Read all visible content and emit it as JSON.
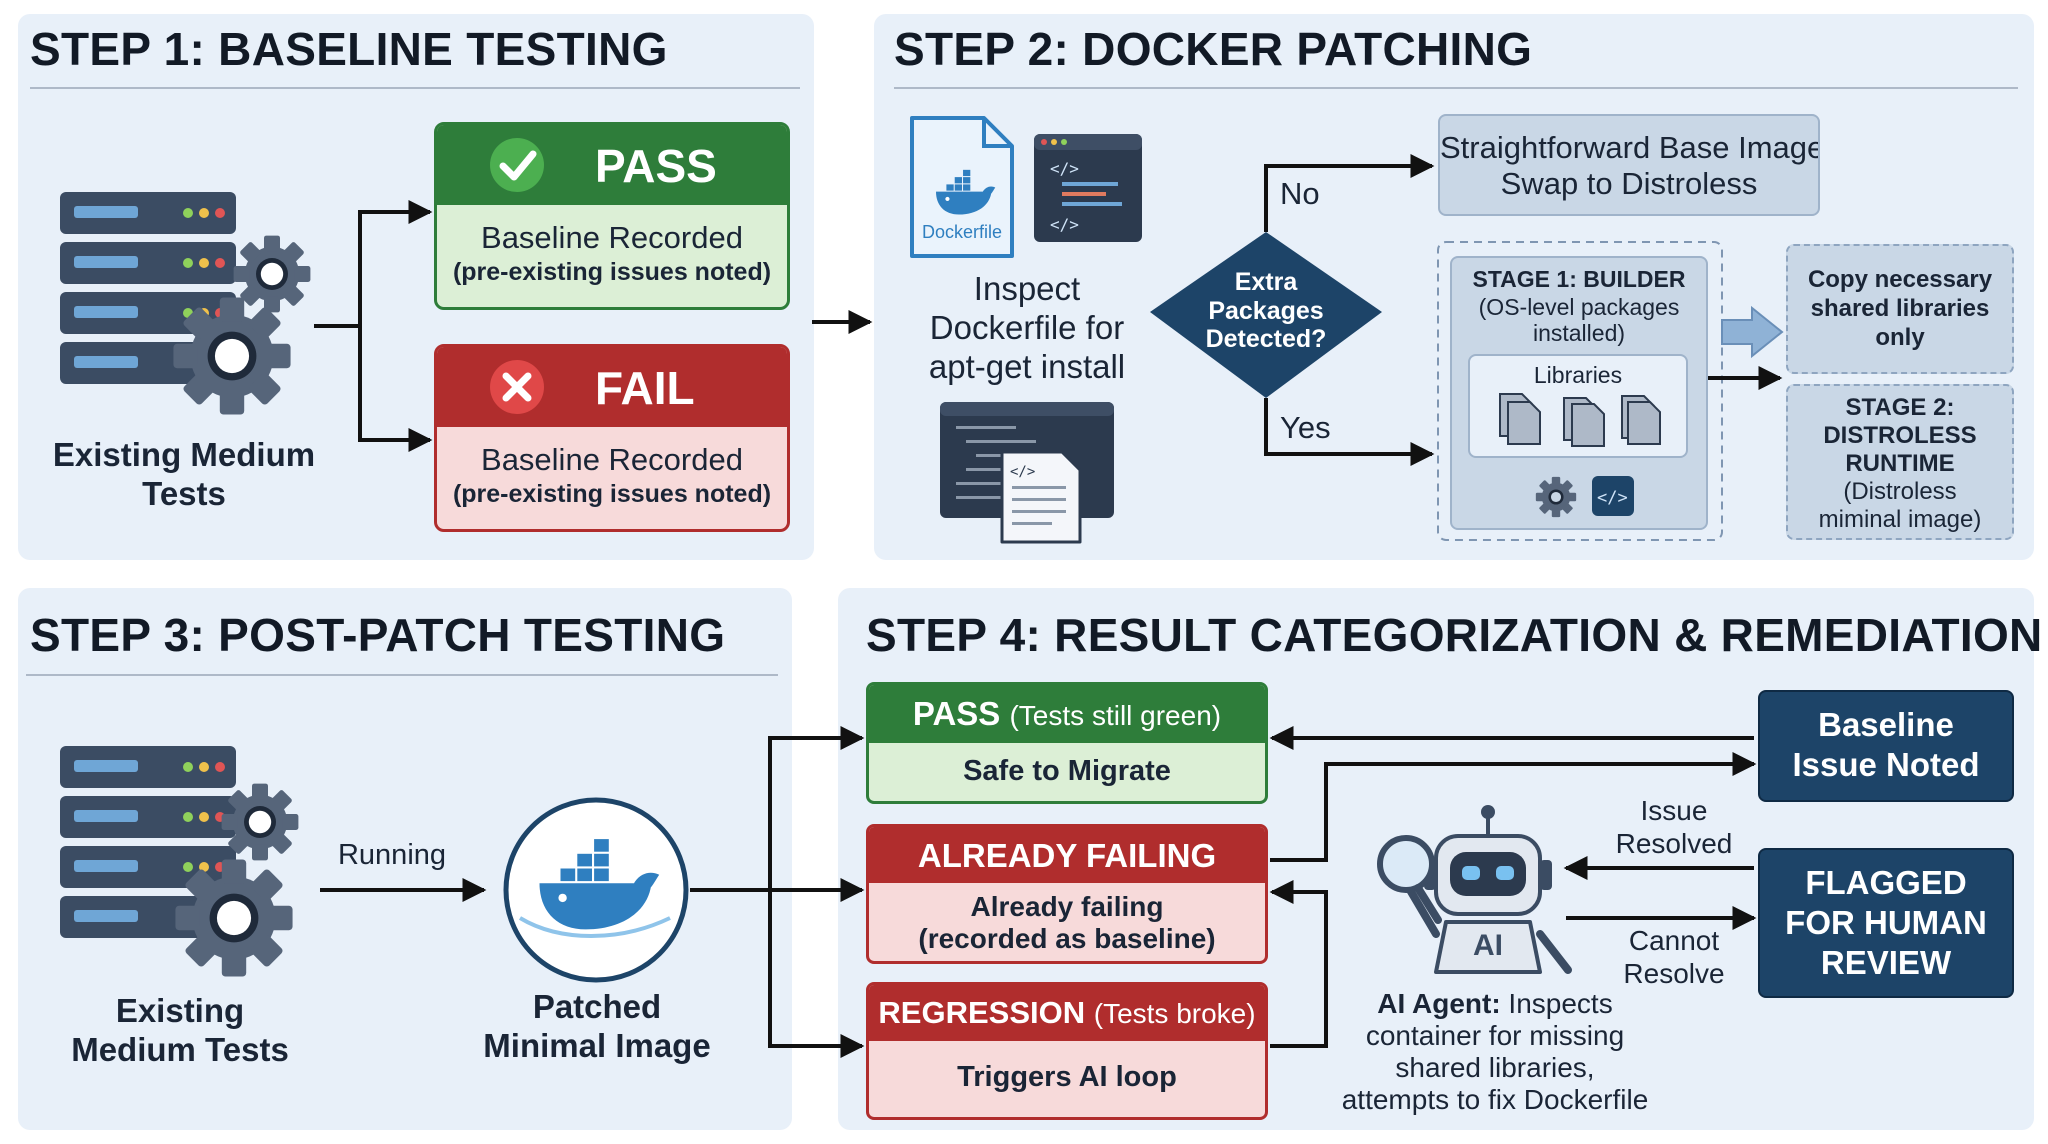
{
  "colors": {
    "panel": "#e8f0f9",
    "pass_header": "#2e7d3a",
    "pass_body": "#dcefd6",
    "fail_header": "#b02d2d",
    "fail_body": "#f7dada",
    "navy": "#1d4468",
    "slate": "#3a4a5e",
    "arrow": "#111111",
    "light_box": "#c9d7e6",
    "docker_blue": "#2f7fc0"
  },
  "step1": {
    "title": "STEP 1: BASELINE TESTING",
    "tests_label": [
      "Existing Medium",
      "Tests"
    ],
    "pass": {
      "header": "PASS",
      "line1": "Baseline Recorded",
      "line2": "(pre-existing issues noted)"
    },
    "fail": {
      "header": "FAIL",
      "line1": "Baseline Recorded",
      "line2": "(pre-existing issues noted)"
    }
  },
  "step2": {
    "title": "STEP 2: DOCKER PATCHING",
    "dockerfile_label": "Dockerfile",
    "inspect": [
      "Inspect",
      "Dockerfile for",
      "apt-get install"
    ],
    "decision": [
      "Extra",
      "Packages",
      "Detected?"
    ],
    "no_label": "No",
    "yes_label": "Yes",
    "straight": [
      "Straightforward Base Image",
      "Swap to Distroless"
    ],
    "builder": {
      "title": "STAGE 1: BUILDER",
      "sub1": "(OS-level packages",
      "sub2": "installed)",
      "libraries": "Libraries"
    },
    "copy": [
      "Copy necessary",
      "shared libraries",
      "only"
    ],
    "runtime": {
      "l1": "STAGE 2:",
      "l2": "DISTROLESS",
      "l3": "RUNTIME",
      "l4": "(Distroless",
      "l5": "miminal image)"
    }
  },
  "step3": {
    "title": "STEP 3: POST-PATCH TESTING",
    "tests_label": [
      "Existing",
      "Medium Tests"
    ],
    "running": "Running",
    "patched": [
      "Patched",
      "Minimal Image"
    ]
  },
  "step4": {
    "title": "STEP 4: RESULT CATEGORIZATION & REMEDIATION",
    "pass": {
      "header": "PASS",
      "header_sub": "(Tests still green)",
      "body": "Safe to Migrate"
    },
    "failing": {
      "header": "ALREADY FAILING",
      "body1": "Already failing",
      "body2": "(recorded as baseline)"
    },
    "regression": {
      "header": "REGRESSION",
      "header_sub": "(Tests broke)",
      "body": "Triggers AI loop"
    },
    "baseline_issue": [
      "Baseline",
      "Issue Noted"
    ],
    "issue_resolved": [
      "Issue",
      "Resolved"
    ],
    "cannot_resolve": [
      "Cannot",
      "Resolve"
    ],
    "flagged": [
      "FLAGGED",
      "FOR HUMAN",
      "REVIEW"
    ],
    "robot_badge": "AI",
    "agent_bold": "AI Agent:",
    "agent_text": [
      " Inspects",
      "container for missing",
      "shared libraries,",
      "attempts to fix Dockerfile"
    ]
  }
}
